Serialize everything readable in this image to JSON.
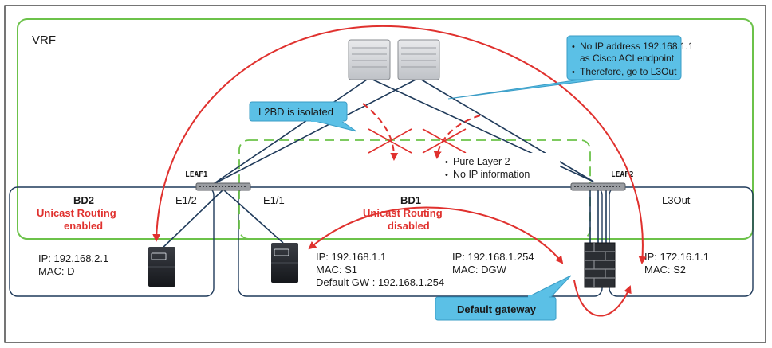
{
  "vrf_label": "VRF",
  "callouts": {
    "ip_note": [
      "No IP address 192.168.1.1",
      "as Cisco ACI endpoint",
      "Therefore, go to L3Out"
    ],
    "l2bd": "L2BD is isolated",
    "pure_l2": [
      "Pure Layer 2",
      "No IP information"
    ],
    "default_gw": "Default gateway"
  },
  "switches": {
    "leaf1": "LEAF1",
    "leaf2": "LEAF2"
  },
  "ports": {
    "p1": "E1/2",
    "p2": "E1/1"
  },
  "bd2": {
    "name": "BD2",
    "routing": [
      "Unicast Routing",
      "enabled"
    ],
    "ip": "IP: 192.168.2.1",
    "mac": "MAC: D"
  },
  "bd1": {
    "name": "BD1",
    "routing": [
      "Unicast Routing",
      "disabled"
    ],
    "ep_ip": "IP: 192.168.1.1",
    "ep_mac": "MAC: S1",
    "ep_gw": "Default GW : 192.168.1.254",
    "gw_ip": "IP: 192.168.1.254",
    "gw_mac": "MAC: DGW"
  },
  "l3out": {
    "name": "L3Out",
    "ip": "IP: 172.16.1.1",
    "mac": "MAC: S2"
  },
  "colors": {
    "vrf_border": "#6cc24a",
    "callout_fill": "#5bc0e6",
    "arrow": "#e0312e",
    "container_border": "#1f3a5a",
    "link": "#1f3a5a"
  }
}
